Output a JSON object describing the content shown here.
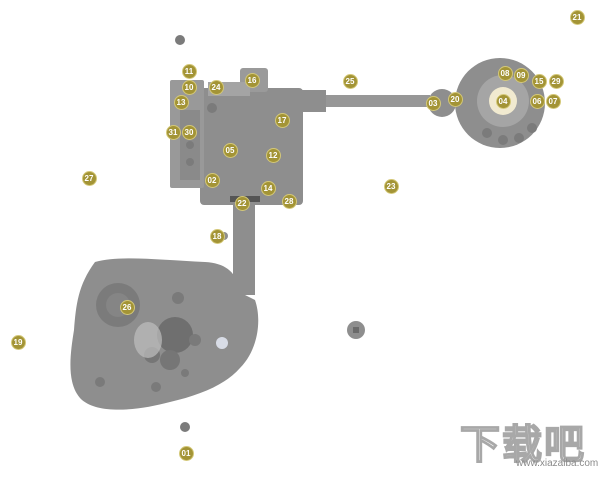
{
  "map": {
    "background": "#ffffff",
    "floor_color": "#8e8e8e",
    "marker_color": "#a39436",
    "markers": [
      "01",
      "02",
      "03",
      "04",
      "05",
      "06",
      "07",
      "08",
      "09",
      "10",
      "11",
      "12",
      "13",
      "14",
      "15",
      "16",
      "17",
      "18",
      "19",
      "20",
      "21",
      "22",
      "23",
      "24",
      "25",
      "26",
      "27",
      "28",
      "29",
      "30",
      "31"
    ]
  },
  "watermark": {
    "text": "下载吧",
    "url": "www.xiazaiba.com"
  }
}
